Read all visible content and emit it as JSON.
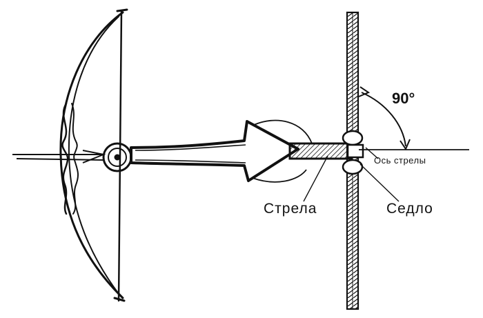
{
  "labels": {
    "angle": "90°",
    "arrow_axis": "Ось стрелы",
    "arrow": "Стрела",
    "saddle": "Седло"
  },
  "colors": {
    "ink": "#111111",
    "background": "#ffffff"
  },
  "icons": [
    "bow-icon",
    "string-icon",
    "arrow-icon",
    "saddle-icon"
  ]
}
